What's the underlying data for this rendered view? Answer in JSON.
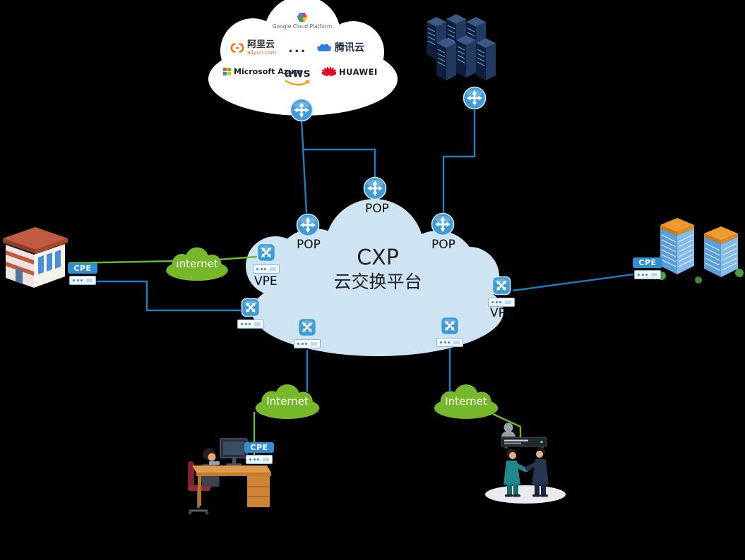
{
  "provider_cloud": {
    "google": {
      "label": "Google Cloud Platform"
    },
    "alibaba": {
      "label": "阿里云",
      "sublabel": "aliyun.com"
    },
    "ellipsis": "...",
    "tencent": {
      "label": "腾讯云"
    },
    "azure": {
      "label": "Microsoft Azure"
    },
    "aws": {
      "label": "aws"
    },
    "huawei": {
      "label": "HUAWEI"
    }
  },
  "cxp": {
    "line1": "CXP",
    "line2": "云交换平台"
  },
  "nodes": {
    "pop_top": {
      "label": "POP"
    },
    "pop_left": {
      "label": "POP"
    },
    "pop_right": {
      "label": "POP"
    },
    "vpe_left": {
      "label": "VPE"
    },
    "vpe_right": {
      "label": "VPE"
    },
    "cpe_left": {
      "label": "CPE"
    },
    "cpe_right": {
      "label": "CPE"
    },
    "cpe_desk": {
      "label": "CPE"
    }
  },
  "internet": {
    "left": {
      "label": "Internet"
    },
    "bottom_left": {
      "label": "Internet"
    },
    "bottom_right": {
      "label": "Internet"
    }
  },
  "icons": {
    "router": "circle-cross-arrows-icon",
    "switch": "square-diagonal-arrows-icon",
    "mini_device": "rack-unit-device",
    "internet_cloud": "green-cloud",
    "provider_cloud": "white-cloud",
    "cxp_cloud": "blue-cloud"
  },
  "colors": {
    "line_blue": "#1b7ec2",
    "line_green": "#6eb92b",
    "cxp_cloud": "#cfe4f3",
    "internet_cloud": "#76b82a",
    "device_blue": "#3e9bd6",
    "cpe_badge": "#2f8fd0"
  },
  "links": [
    {
      "from": "provider-cloud-router",
      "to": "pop-left",
      "type": "blue"
    },
    {
      "from": "provider-cloud-router",
      "to": "pop-top",
      "type": "blue"
    },
    {
      "from": "datacenter-router",
      "to": "pop-right",
      "type": "blue"
    },
    {
      "from": "vpe-right",
      "to": "cpe-right",
      "type": "blue"
    },
    {
      "from": "cpe-left",
      "to": "edge-switch-left-lower",
      "type": "blue"
    },
    {
      "from": "office-building",
      "to": "vpe-left",
      "type": "green-internet"
    },
    {
      "from": "edge-switch-bottom-left",
      "to": "internet-bottom-left",
      "type": "blue"
    },
    {
      "from": "internet-bottom-left",
      "to": "cpe-desk",
      "type": "green-internet"
    },
    {
      "from": "edge-switch-bottom-right",
      "to": "internet-bottom-right",
      "type": "blue"
    },
    {
      "from": "internet-bottom-right",
      "to": "partner-server",
      "type": "green-internet"
    }
  ]
}
